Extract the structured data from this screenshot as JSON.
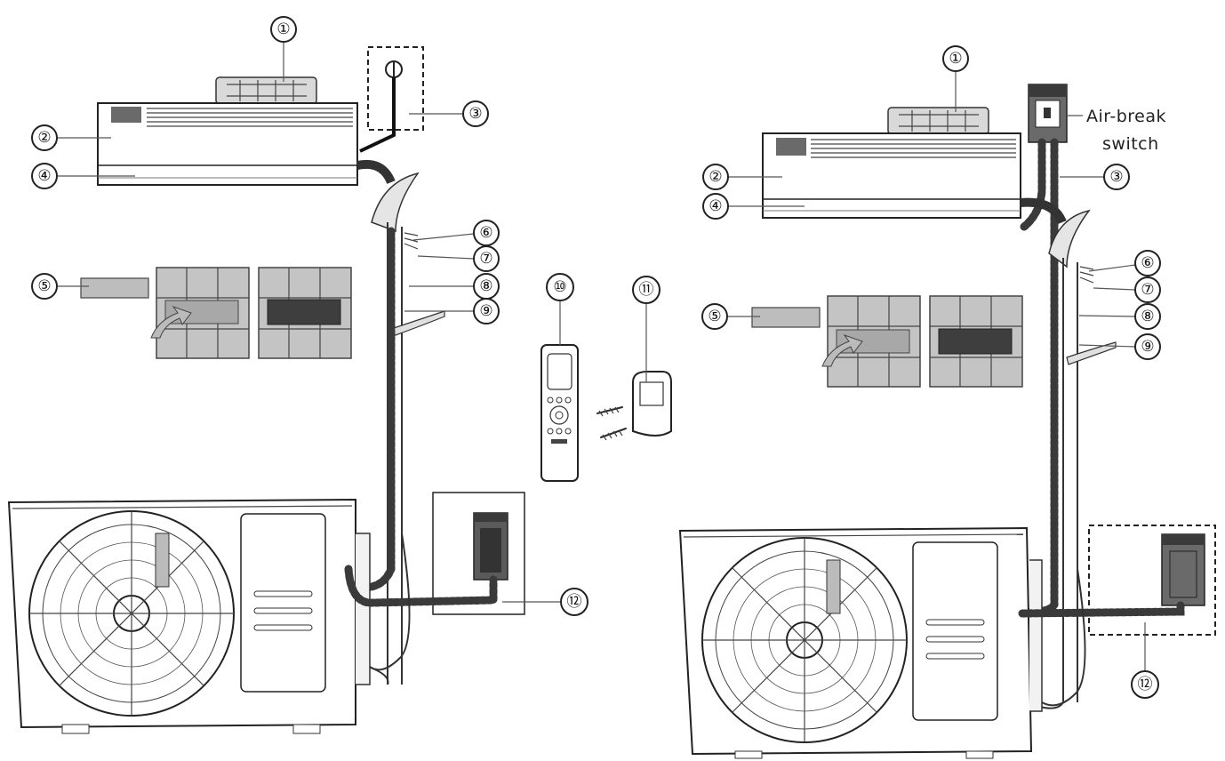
{
  "callouts": {
    "left": [
      "①",
      "②",
      "③",
      "④",
      "⑤",
      "⑥",
      "⑦",
      "⑧",
      "⑨",
      "⑩",
      "⑪",
      "⑫"
    ],
    "right": [
      "①",
      "②",
      "③",
      "④",
      "⑤",
      "⑥",
      "⑦",
      "⑧",
      "⑨",
      "⑫"
    ]
  },
  "labels": {
    "air_break_line1": "Air-break",
    "air_break_line2": "switch"
  },
  "colors": {
    "outline": "#2b2b2b",
    "panel_fill": "#bdbdbd",
    "device_fill": "#5a5a5a"
  }
}
